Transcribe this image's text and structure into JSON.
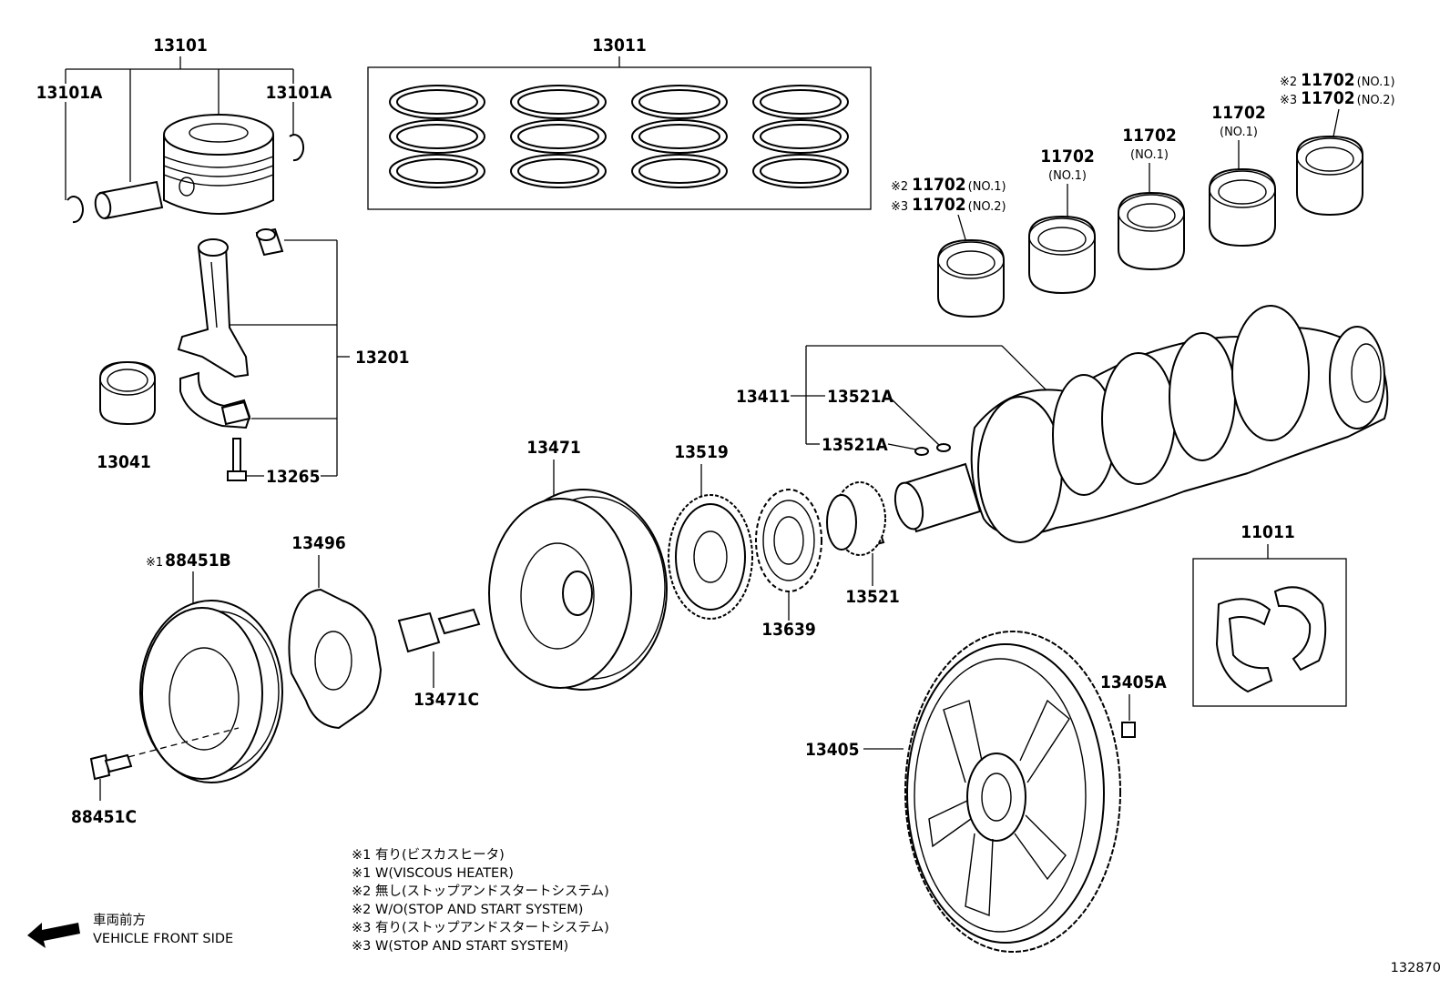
{
  "parts": {
    "p13101": "13101",
    "p13101A_left": "13101A",
    "p13101A_right": "13101A",
    "p13011": "13011",
    "p13201": "13201",
    "p13041": "13041",
    "p13265": "13265",
    "p13471": "13471",
    "p13519": "13519",
    "p13639": "13639",
    "p13521": "13521",
    "p13411": "13411",
    "p13521A_upper": "13521A",
    "p13521A_lower": "13521A",
    "p11011": "11011",
    "p13405": "13405",
    "p13405A": "13405A",
    "p13496": "13496",
    "p13471C": "13471C",
    "p88451B": "88451B",
    "p88451B_mark": "※1",
    "p88451C": "88451C"
  },
  "bearings": [
    {
      "mark_a": "※2",
      "part_a": "11702",
      "sub_a": "(NO.1)",
      "mark_b": "※3",
      "part_b": "11702",
      "sub_b": "(NO.2)"
    },
    {
      "part": "11702",
      "sub": "(NO.1)"
    },
    {
      "part": "11702",
      "sub": "(NO.1)"
    },
    {
      "part": "11702",
      "sub": "(NO.1)"
    },
    {
      "mark_a": "※2",
      "part_a": "11702",
      "sub_a": "(NO.1)",
      "mark_b": "※3",
      "part_b": "11702",
      "sub_b": "(NO.2)"
    }
  ],
  "notes": [
    "※1  有り(ビスカスヒータ)",
    "※1  W(VISCOUS HEATER)",
    "※2  無し(ストップアンドスタートシステム)",
    "※2  W/O(STOP AND START SYSTEM)",
    "※3  有り(ストップアンドスタートシステム)",
    "※3  W(STOP AND START SYSTEM)"
  ],
  "direction": {
    "jp": "車両前方",
    "en": "VEHICLE FRONT SIDE"
  },
  "diagram_id": "132870"
}
